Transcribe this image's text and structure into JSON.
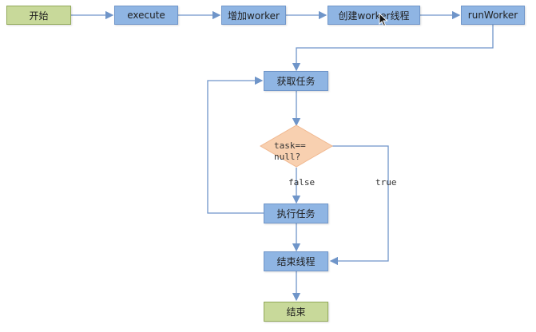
{
  "nodes": {
    "start": "开始",
    "execute": "execute",
    "add_worker": "增加worker",
    "create_worker_thread": "创建worker线程",
    "run_worker": "runWorker",
    "get_task": "获取任务",
    "decision": "task==null?",
    "execute_task": "执行任务",
    "end_thread": "结束线程",
    "end": "结束"
  },
  "edge_labels": {
    "false_label": "false",
    "true_label": "true"
  },
  "colors": {
    "process_fill": "#8fb5e3",
    "terminal_fill": "#c8d99a",
    "decision_fill": "#f8d0b0",
    "edge": "#6f95c9"
  }
}
